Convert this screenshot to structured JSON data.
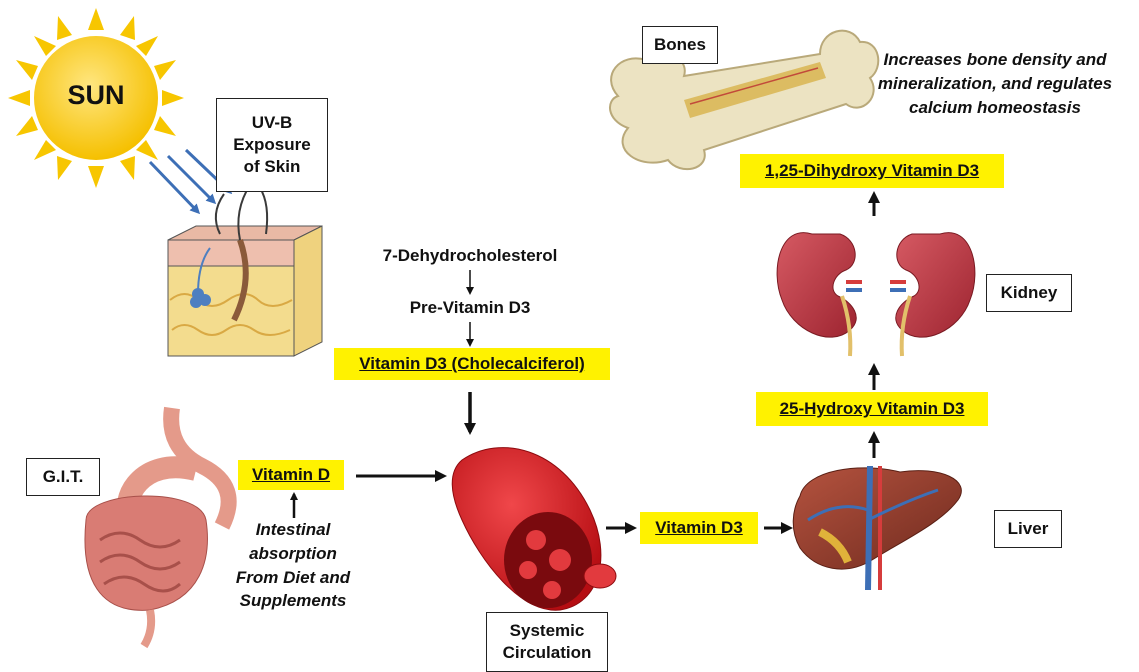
{
  "labels": {
    "sun": "SUN",
    "uvb": [
      "UV-B",
      "Exposure",
      "of Skin"
    ],
    "dehydro": "7-Dehydrocholesterol",
    "previtd3": "Pre-Vitamin D3",
    "cholecalciferol": "Vitamin D3 (Cholecalciferol)",
    "git": "G.I.T.",
    "vitamin_d": "Vitamin D",
    "intestinal": [
      "Intestinal",
      "absorption",
      "From Diet and",
      "Supplements"
    ],
    "systemic": [
      "Systemic",
      "Circulation"
    ],
    "vitamin_d3": "Vitamin D3",
    "liver": "Liver",
    "hydroxy25": "25-Hydroxy Vitamin D3",
    "kidney": "Kidney",
    "dihydroxy": "1,25-Dihydroxy Vitamin D3",
    "bones": "Bones",
    "bone_effect": [
      "Increases bone density and",
      "mineralization, and regulates",
      "calcium homeostasis"
    ]
  },
  "colors": {
    "highlight": "#fff200",
    "sun": "#f7c600",
    "blood": "#d8151b",
    "kidney": "#b8313c",
    "liver": "#8e3b2c",
    "bone": "#ece3c2"
  }
}
